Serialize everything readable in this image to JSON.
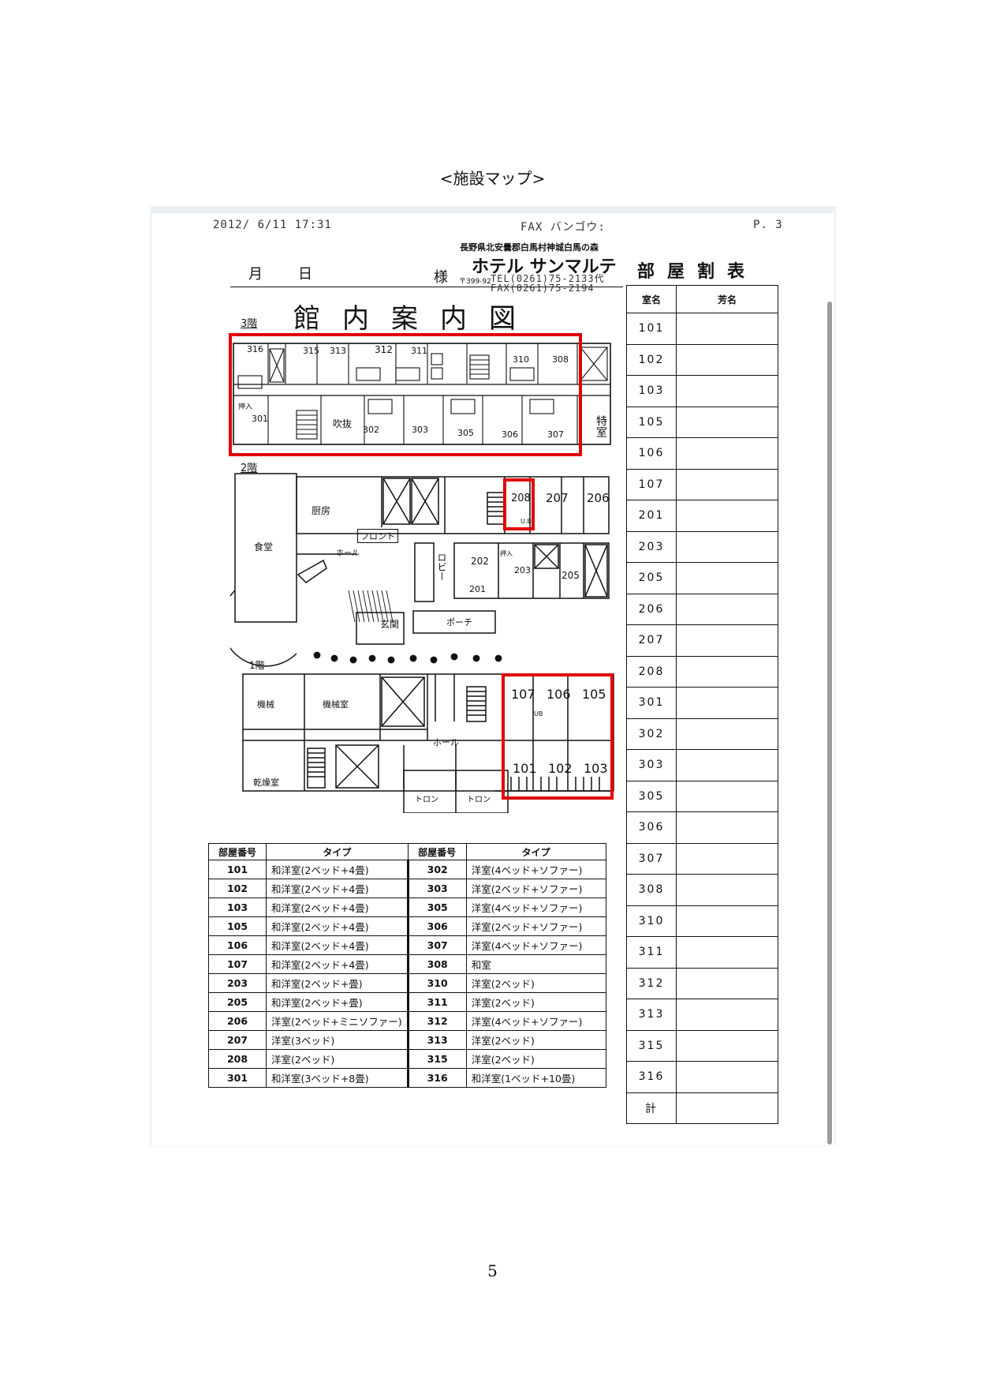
{
  "caption": "<施設マップ>",
  "page_number": "5",
  "fax_header": {
    "datetime": "2012/ 6/11 17:31",
    "fax_no": "FAX バンゴウ:",
    "page": "P. 3"
  },
  "addressee": {
    "month": "月",
    "day": "日",
    "sama": "様"
  },
  "hotel": {
    "address": "長野県北安曇郡白馬村神城白馬の森",
    "name": "ホテル サンマルテ",
    "postal": "〒399-92",
    "tel": "TEL(0261)75-2133代",
    "fax": "FAX(0261)75-2194"
  },
  "guide_title": "館内案内図",
  "floors": {
    "f3": {
      "label": "3階",
      "rooms_top": [
        "316",
        "315",
        "313",
        "312",
        "311",
        "310",
        "308"
      ],
      "rooms_bottom": [
        "301",
        "302",
        "303",
        "305",
        "306",
        "307"
      ],
      "fukinuke": "吹抜",
      "oshiire": "押入",
      "tokushitsu": "特室"
    },
    "f2": {
      "label": "2階",
      "chubo": "厨房",
      "shokudo": "食堂",
      "front": "フロント",
      "hall": "ホール",
      "lobby": "ロビー",
      "genkan": "玄関",
      "porch": "ポーチ",
      "rooms_top": [
        "208",
        "207",
        "206"
      ],
      "rooms_mid": [
        "202",
        "203",
        "201",
        "205"
      ],
      "ub": "U.B",
      "oshiire": "押入"
    },
    "f1": {
      "label": "1階",
      "kikai": "機械",
      "kikaishitsu": "機械室",
      "kansoshitsu": "乾燥室",
      "hall": "ホール",
      "rooms_top": [
        "107",
        "106",
        "105"
      ],
      "rooms_bottom": [
        "101",
        "102",
        "103"
      ],
      "toron": "トロン",
      "ub": "UB"
    }
  },
  "room_types": {
    "headers": [
      "部屋番号",
      "タイプ",
      "部屋番号",
      "タイプ"
    ],
    "rows": [
      [
        "101",
        "和洋室(2ベッド+4畳)",
        "302",
        "洋室(4ベッド+ソファー)"
      ],
      [
        "102",
        "和洋室(2ベッド+4畳)",
        "303",
        "洋室(2ベッド+ソファー)"
      ],
      [
        "103",
        "和洋室(2ベッド+4畳)",
        "305",
        "洋室(4ベッド+ソファー)"
      ],
      [
        "105",
        "和洋室(2ベッド+4畳)",
        "306",
        "洋室(2ベッド+ソファー)"
      ],
      [
        "106",
        "和洋室(2ベッド+4畳)",
        "307",
        "洋室(4ベッド+ソファー)"
      ],
      [
        "107",
        "和洋室(2ベッド+4畳)",
        "308",
        "和室"
      ],
      [
        "203",
        "和洋室(2ベッド+畳)",
        "310",
        "洋室(2ベッド)"
      ],
      [
        "205",
        "和洋室(2ベッド+畳)",
        "311",
        "洋室(2ベッド)"
      ],
      [
        "206",
        "洋室(2ベッド+ミニソファー)",
        "312",
        "洋室(4ベッド+ソファー)"
      ],
      [
        "207",
        "洋室(3ベッド)",
        "313",
        "洋室(2ベッド)"
      ],
      [
        "208",
        "洋室(2ベッド)",
        "315",
        "洋室(2ベッド)"
      ],
      [
        "301",
        "和洋室(3ベッド+8畳)",
        "316",
        "和洋室(1ベッド+10畳)"
      ]
    ]
  },
  "allocation": {
    "title": "部屋割表",
    "headers": [
      "室名",
      "芳名"
    ],
    "rooms": [
      "101",
      "102",
      "103",
      "105",
      "106",
      "107",
      "201",
      "203",
      "205",
      "206",
      "207",
      "208",
      "301",
      "302",
      "303",
      "305",
      "306",
      "307",
      "308",
      "310",
      "311",
      "312",
      "313",
      "315",
      "316"
    ],
    "total": "計"
  }
}
